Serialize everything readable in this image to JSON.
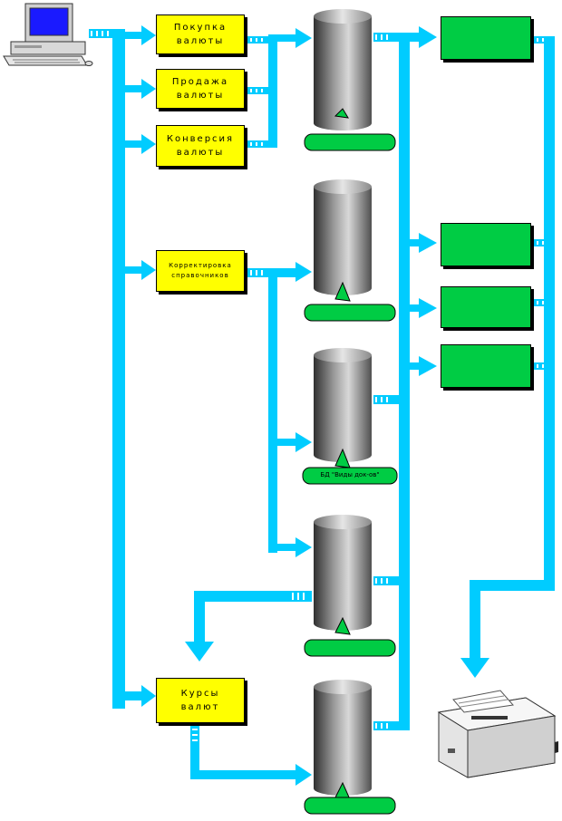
{
  "palette": {
    "arrow": "#00ccff",
    "process": "#ffff00",
    "report": "#00cc44",
    "outline": "#000000"
  },
  "source": {
    "icon": "computer-icon"
  },
  "processes": [
    {
      "id": "buy",
      "label": "Покупка\nвалюты"
    },
    {
      "id": "sell",
      "label": "Продажа\nвалюты"
    },
    {
      "id": "conv",
      "label": "Конверсия\nвалюты"
    },
    {
      "id": "ref",
      "label": "Корректировка\nсправочников"
    },
    {
      "id": "rates",
      "label": "Курсы\nвалют"
    }
  ],
  "databases": [
    {
      "id": "ops",
      "label": ""
    },
    {
      "id": "clients",
      "label": ""
    },
    {
      "id": "docs",
      "label": "БД \"Виды док-ов\""
    },
    {
      "id": "cur",
      "label": ""
    },
    {
      "id": "rates",
      "label": ""
    }
  ],
  "reports": [
    {
      "id": "r1",
      "label": ""
    },
    {
      "id": "r2",
      "label": ""
    },
    {
      "id": "r3",
      "label": ""
    },
    {
      "id": "r4",
      "label": ""
    }
  ],
  "output": {
    "icon": "printer-icon"
  }
}
